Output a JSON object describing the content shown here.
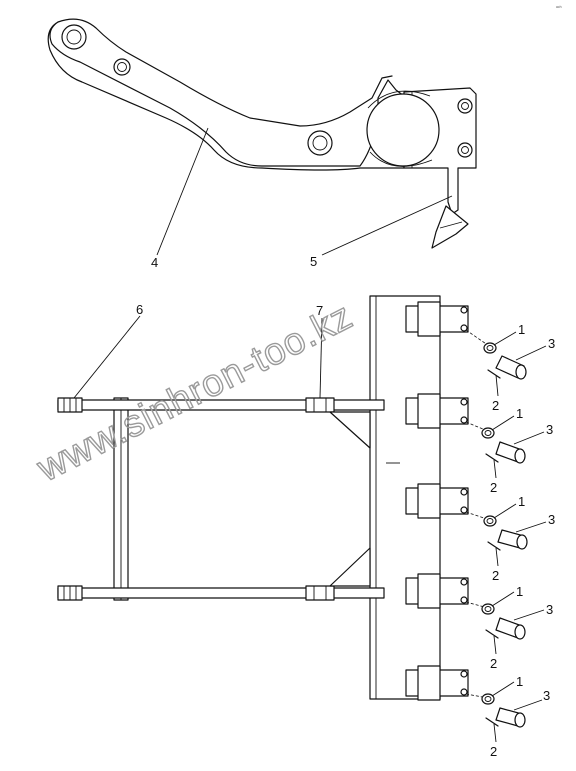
{
  "corner_mark": "ᵃᶜʰ",
  "watermark": "www.sinhron-too.kz",
  "callouts": {
    "c4": "4",
    "c5": "5",
    "c6": "6",
    "c7": "7",
    "row1": {
      "a": "1",
      "b": "3",
      "c": "2"
    },
    "row2": {
      "a": "1",
      "b": "3",
      "c": "2"
    },
    "row3": {
      "a": "1",
      "b": "3",
      "c": "2"
    },
    "row4": {
      "a": "1",
      "b": "3",
      "c": "2"
    },
    "row5": {
      "a": "1",
      "b": "3",
      "c": "2"
    }
  }
}
